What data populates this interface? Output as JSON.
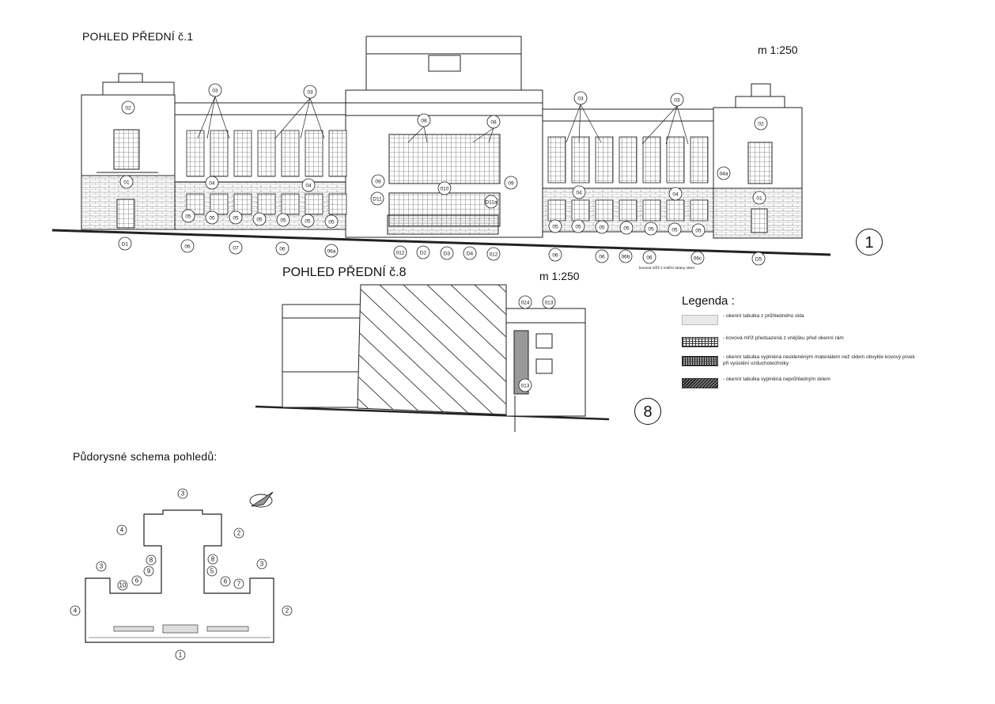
{
  "view1": {
    "title": "POHLED PŘEDNÍ č.1",
    "scale": "m 1:250",
    "number": "1"
  },
  "view8": {
    "title": "POHLED PŘEDNÍ č.8",
    "scale": "m 1:250",
    "number": "8"
  },
  "legend": {
    "title": "Legenda :",
    "items": [
      {
        "pattern": "glass",
        "text": "- okenní tabulka z průhledného skla"
      },
      {
        "pattern": "grid",
        "text": "- kovová mříž předsazená z vnějšku před okenní rám"
      },
      {
        "pattern": "grid-filled",
        "text": "- okenní tabulka vyplněná neskleněným materiálem než sklem obvykle kovový prvek při vyústění vzduchotechniky"
      },
      {
        "pattern": "hatch",
        "text": "- okenní tabulka vyplněná neprůhledným sklem"
      }
    ]
  },
  "plan": {
    "title": "Půdorysné schema pohledů:",
    "markers": [
      "1",
      "2",
      "2",
      "3",
      "3",
      "3",
      "4",
      "4",
      "5",
      "6",
      "6",
      "7",
      "8",
      "8",
      "9",
      "10"
    ]
  },
  "callouts": {
    "note": "kovová mříž z vnitřní strany oken",
    "front": [
      "02",
      "03",
      "03",
      "08",
      "08",
      "03",
      "03",
      "02",
      "01",
      "04",
      "04",
      "09",
      "010",
      "09",
      "04",
      "04",
      "04a",
      "01",
      "D11",
      "D11a",
      "05",
      "05",
      "05",
      "05",
      "05",
      "05",
      "05",
      "05",
      "05",
      "05",
      "05",
      "05",
      "05",
      "05"
    ],
    "bottom": [
      "D1",
      "06",
      "07",
      "06",
      "06a",
      "012",
      "D2",
      "D3",
      "D4",
      "012",
      "06",
      "06",
      "06b",
      "06",
      "06c",
      "D5"
    ],
    "view8": [
      "024",
      "013",
      "013"
    ]
  }
}
